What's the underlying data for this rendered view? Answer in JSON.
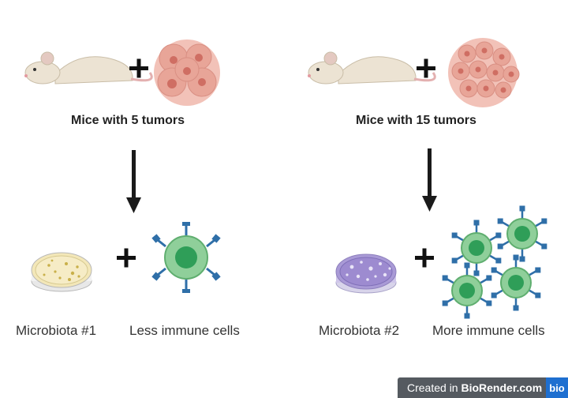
{
  "left": {
    "group_label": "Mice with 5 tumors",
    "microbiota_label": "Microbiota #1",
    "immune_label": "Less immune cells"
  },
  "right": {
    "group_label": "Mice with 15 tumors",
    "microbiota_label": "Microbiota #2",
    "immune_label": "More immune cells"
  },
  "colors": {
    "mouse": "#ece3d3",
    "tumor": "#e8a598",
    "tumor_core": "#cf6e63",
    "petri_left": "#f3e7b8",
    "petri_right": "#a99ad6",
    "cell": "#8fcf9a",
    "cell_nucleus": "#2f9e58",
    "antibody": "#2f6fa8",
    "arrow": "#1a1a1a"
  },
  "watermark": {
    "prefix": "Created in",
    "brand": "BioRender.com",
    "logo": "bio"
  }
}
